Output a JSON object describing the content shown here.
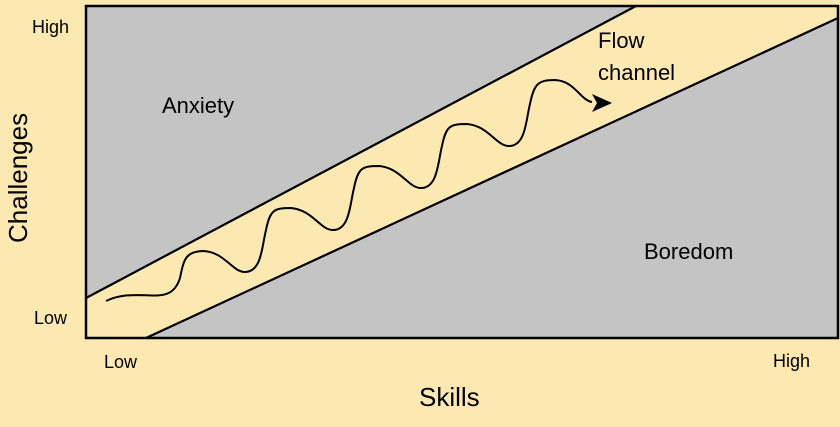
{
  "diagram": {
    "y_axis": {
      "title": "Challenges",
      "high_label": "High",
      "low_label": "Low"
    },
    "x_axis": {
      "title": "Skills",
      "low_label": "Low",
      "high_label": "High"
    },
    "regions": {
      "anxiety": "Anxiety",
      "boredom": "Boredom",
      "flow_line1": "Flow",
      "flow_line2": "channel"
    }
  },
  "colors": {
    "background": "#FCE9B2",
    "region_fill": "#C4C4C4",
    "stroke": "#000000"
  }
}
